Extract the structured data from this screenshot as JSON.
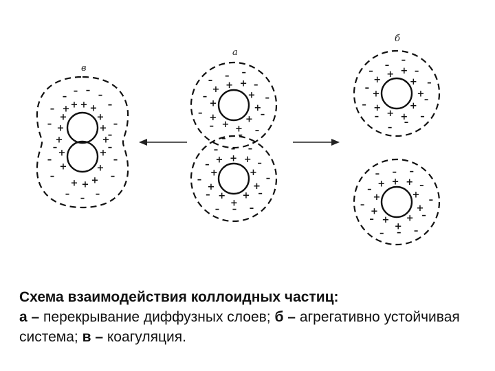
{
  "diagram": {
    "labels": {
      "a": "а",
      "b": "б",
      "v": "в"
    }
  },
  "caption": {
    "title": "Схема взаимодействия коллоидных частиц:",
    "a_key": "а –",
    "a_text": " перекрывание диффузных слоев;",
    "b_key": "б –",
    "b_text": " агрегативно устойчивая система;",
    "v_key": "в –",
    "v_text": " коагуляция."
  }
}
